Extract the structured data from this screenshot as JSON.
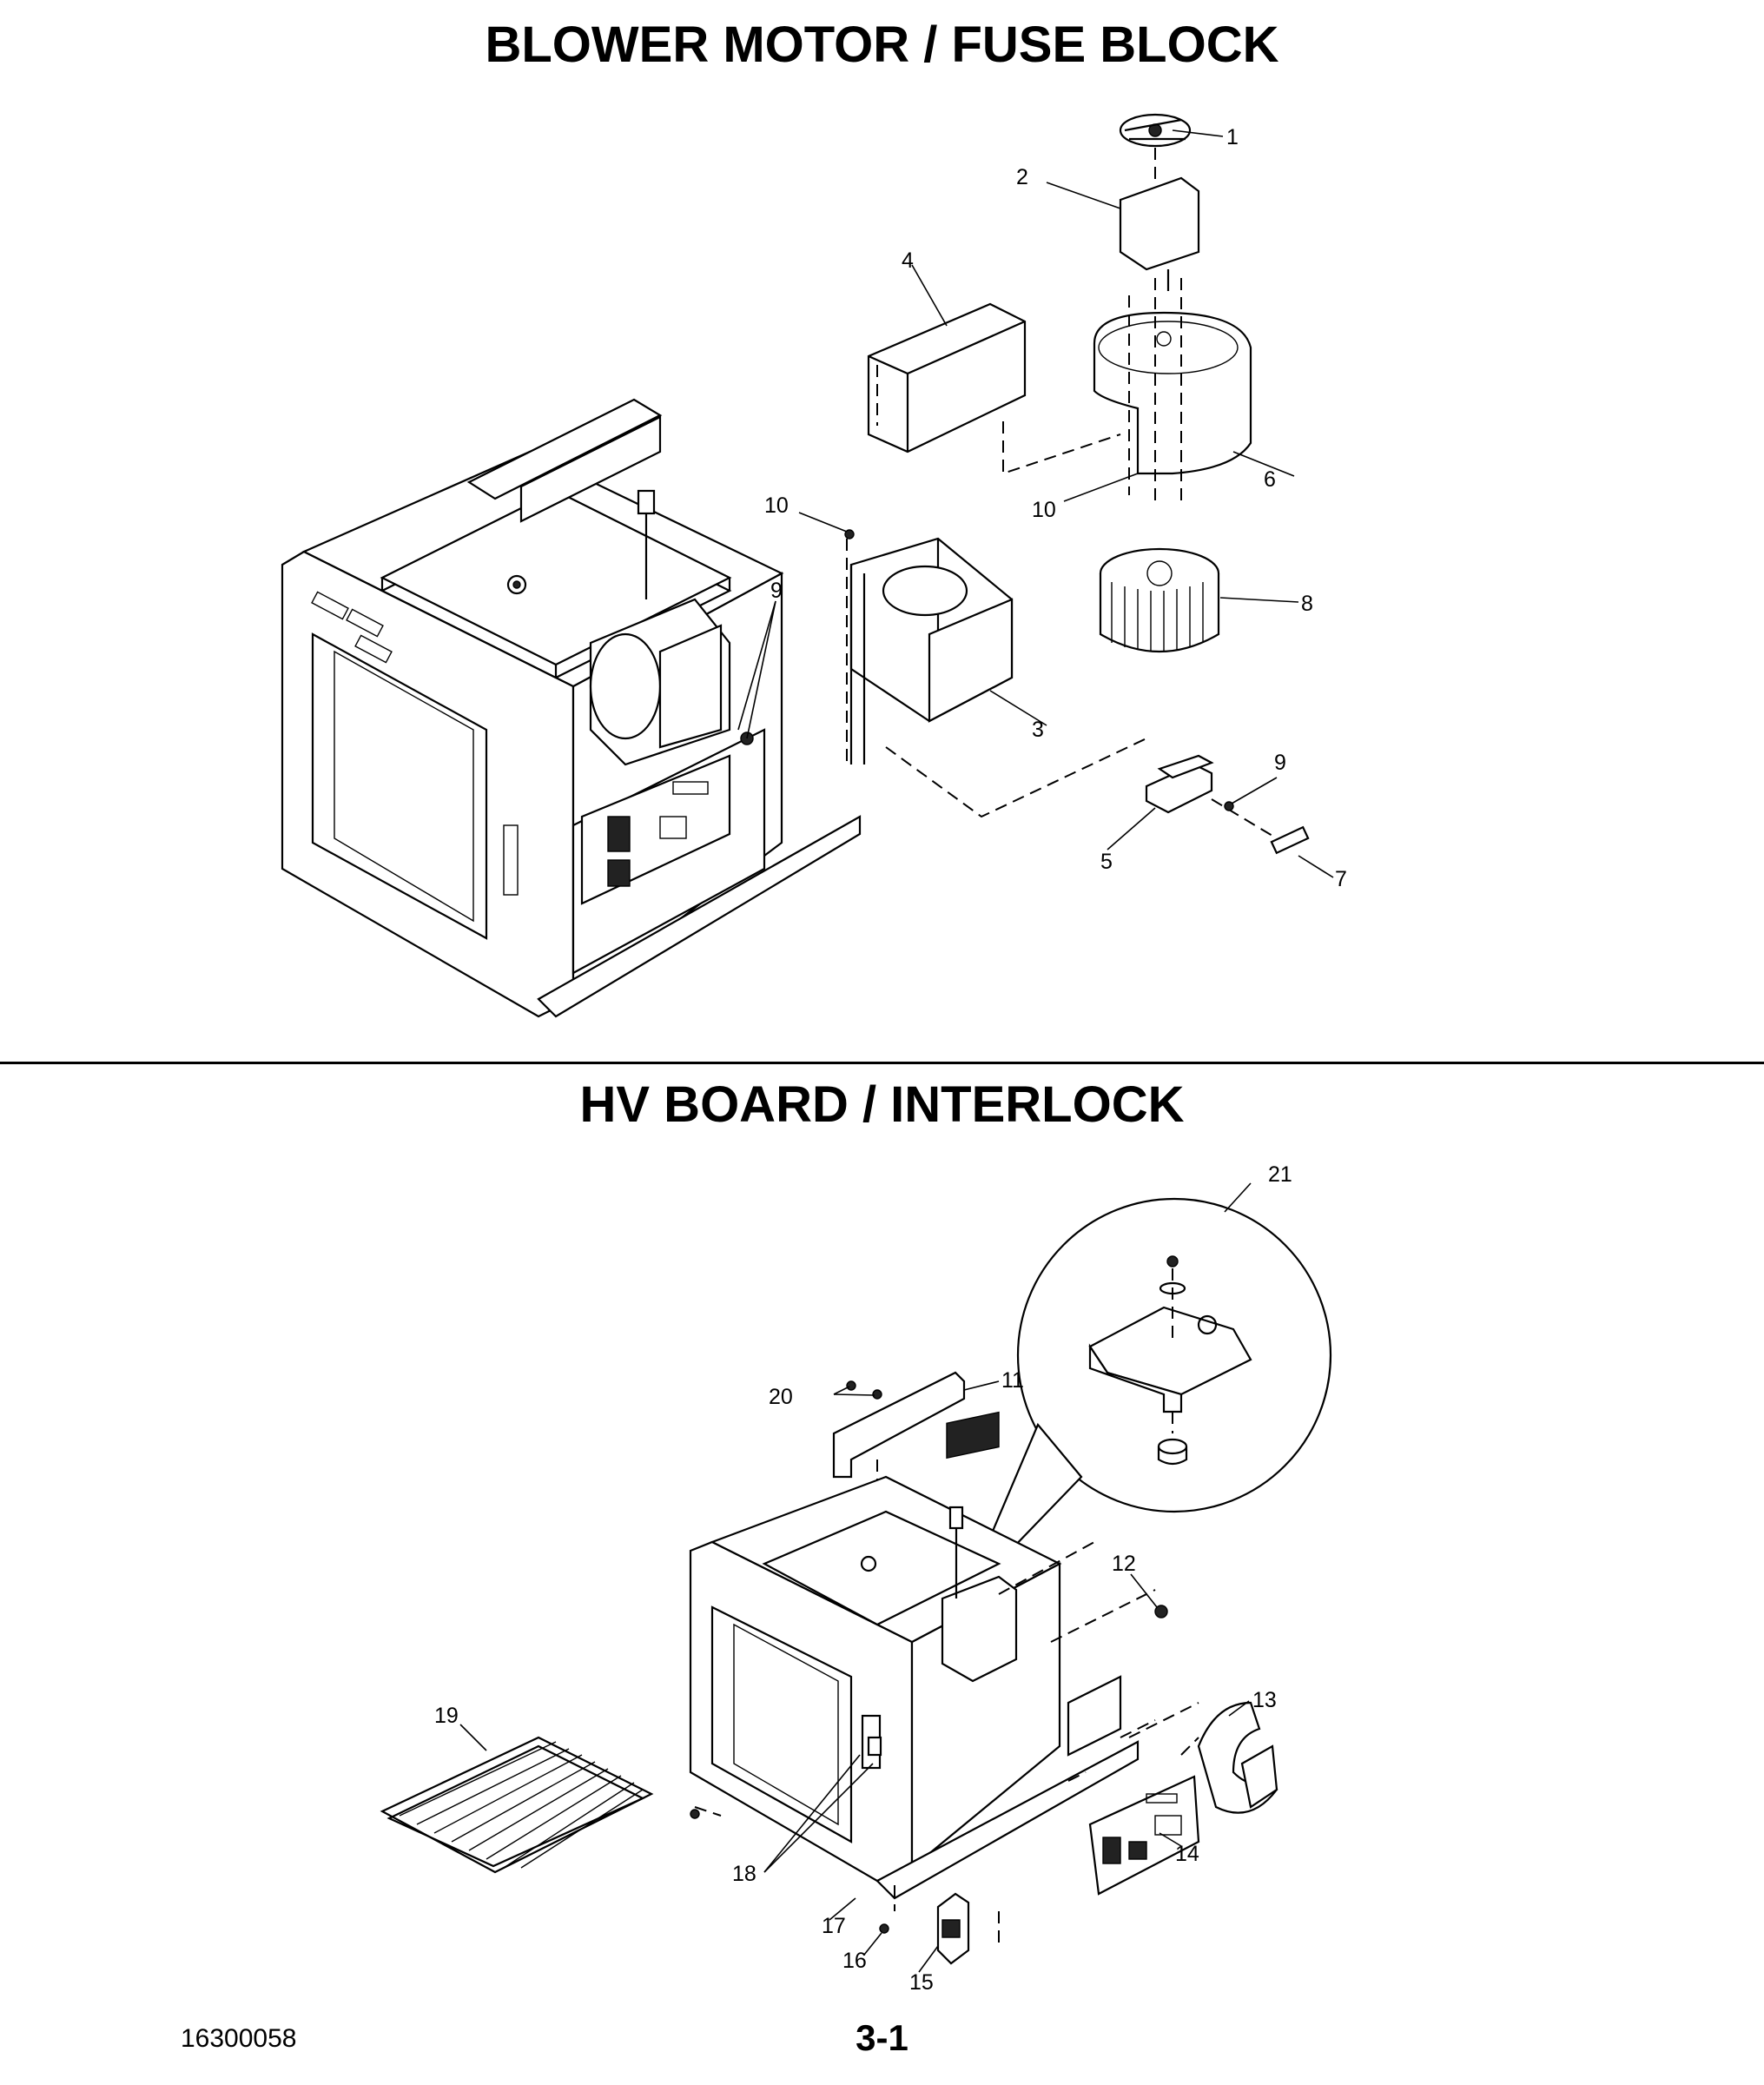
{
  "titles": {
    "top": "BLOWER MOTOR / FUSE BLOCK",
    "bottom": "HV BOARD / INTERLOCK"
  },
  "callouts_top": {
    "c1": "1",
    "c2": "2",
    "c3": "3",
    "c4": "4",
    "c5": "5",
    "c6": "6",
    "c7": "7",
    "c8": "8",
    "c9a": "9",
    "c9b": "9",
    "c10a": "10",
    "c10b": "10"
  },
  "callouts_bottom": {
    "c11": "11",
    "c12": "12",
    "c13": "13",
    "c14": "14",
    "c15": "15",
    "c16": "16",
    "c17": "17",
    "c18": "18",
    "c19": "19",
    "c20": "20",
    "c21": "21"
  },
  "footer": {
    "doc_number": "16300058",
    "page_number": "3-1"
  }
}
